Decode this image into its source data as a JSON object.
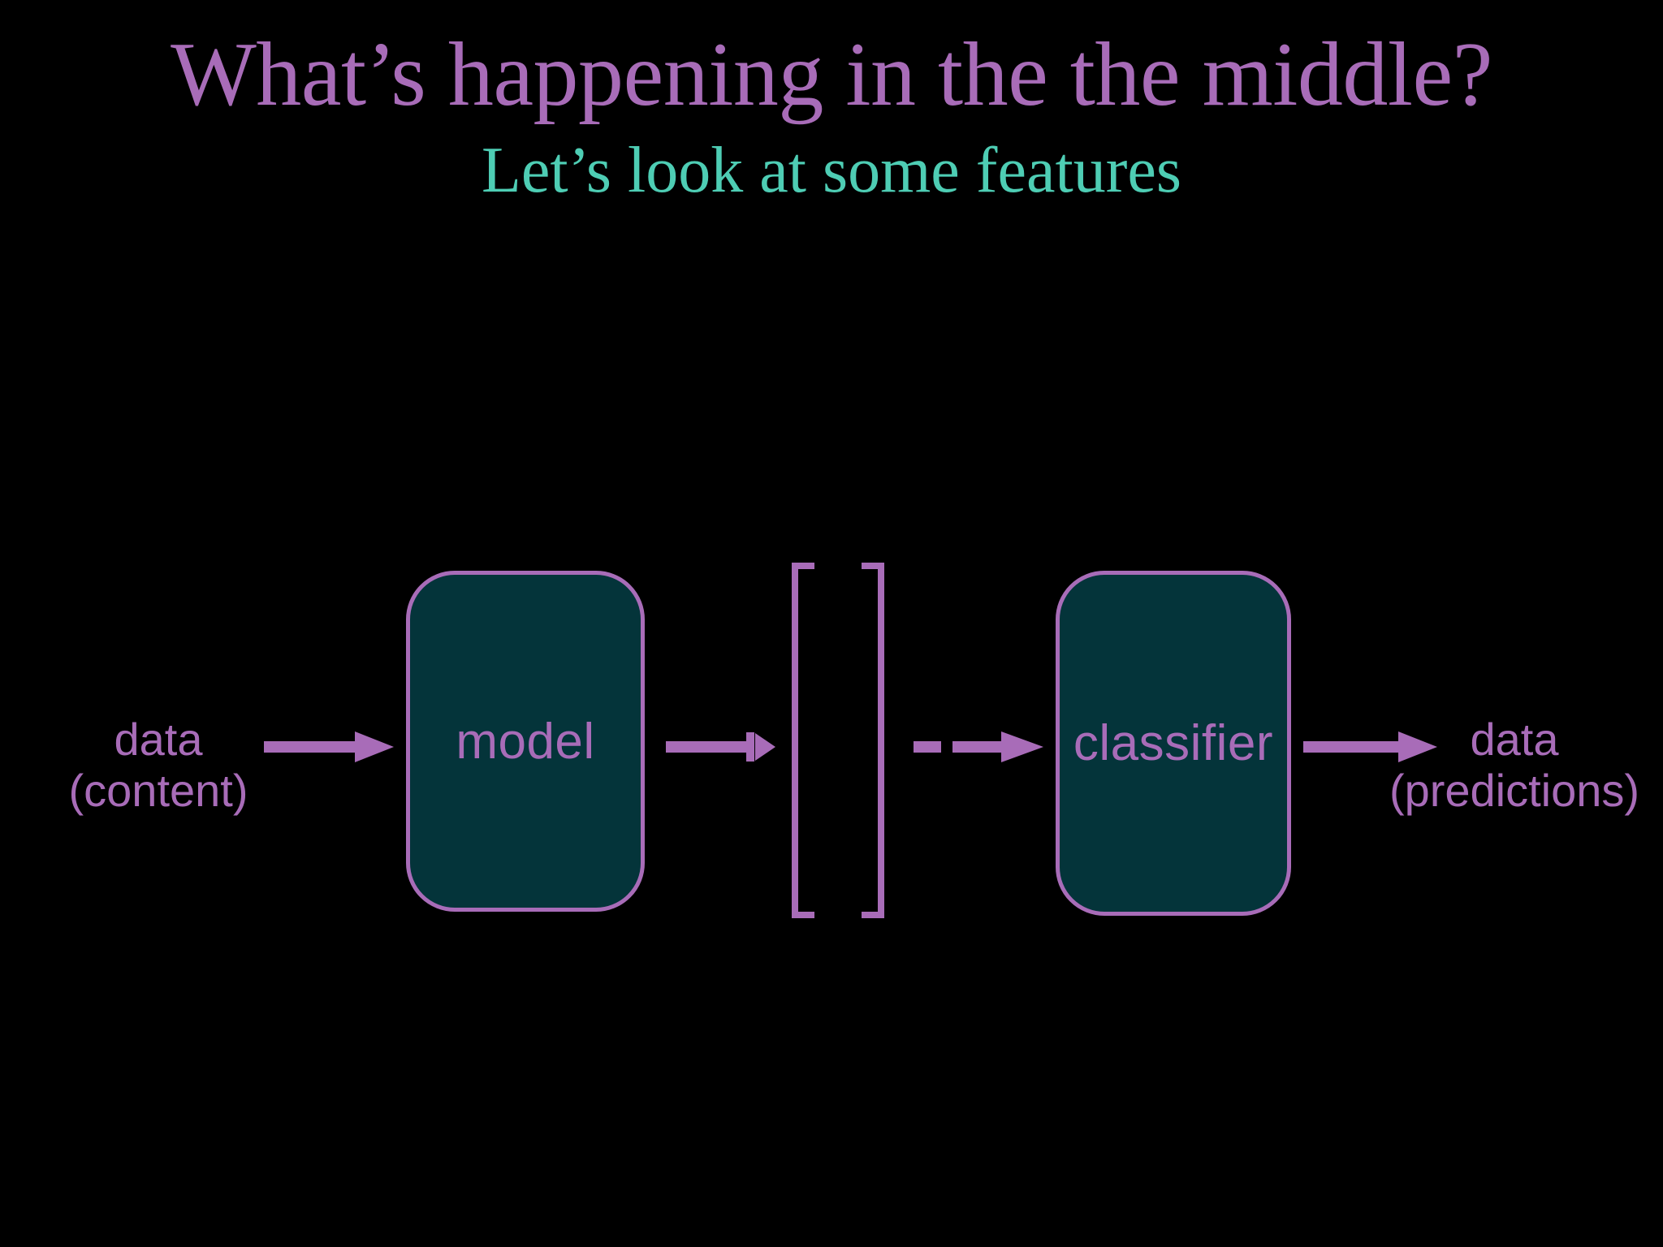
{
  "slide": {
    "background_color": "#000000",
    "title": "What’s happening in the the middle?",
    "subtitle": "Let’s look at some features",
    "title_color": "#A86CB8",
    "subtitle_color": "#4ECDB4"
  },
  "palette": {
    "accent_purple": "#A86CB8",
    "accent_teal": "#4ECDB4",
    "box_fill": "#04343A",
    "background": "#000000"
  },
  "diagram": {
    "type": "pipeline-flow",
    "input": {
      "line1": "data",
      "line2": "(content)"
    },
    "output": {
      "line1": "data",
      "line2": "(predictions)"
    },
    "nodes": [
      {
        "id": "model",
        "label": "model"
      },
      {
        "id": "classifier",
        "label": "classifier"
      }
    ],
    "feature_vector": {
      "name": "feature-vector-bracket",
      "open_bracket": "[",
      "close_bracket": "]"
    },
    "arrows": [
      {
        "id": "input-to-model",
        "style": "solid"
      },
      {
        "id": "model-to-features",
        "style": "solid-with-bar"
      },
      {
        "id": "features-to-classifier",
        "style": "dashed"
      },
      {
        "id": "classifier-to-output",
        "style": "solid"
      }
    ]
  }
}
